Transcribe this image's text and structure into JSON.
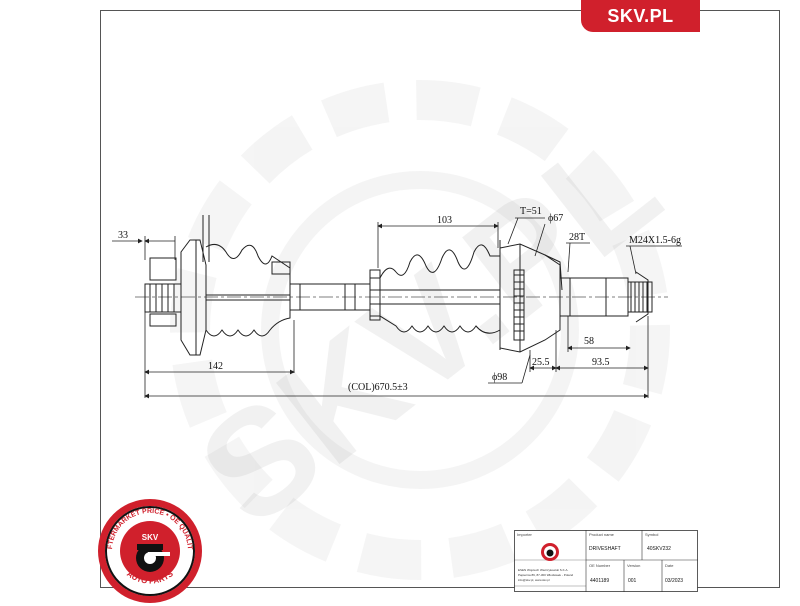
{
  "brand": {
    "logo_text": "SKV.PL",
    "accent_color": "#d0202c",
    "seal_top_text": "AFTERMARKET PRICE • OE QUALITY",
    "seal_center_text": "SKV",
    "seal_bottom_text": "AUTO PARTS",
    "watermark_text": "SKV.PL"
  },
  "drawing": {
    "dim_33": "33",
    "dim_103": "103",
    "dim_t51": "T=51",
    "dim_phi67": "ϕ67",
    "dim_28t": "28T",
    "dim_thread": "M24X1.5-6g",
    "dim_142": "142",
    "dim_58": "58",
    "dim_25_5": "25.5",
    "dim_93_5": "93.5",
    "dim_phi98": "ϕ98",
    "dim_overall": "(COL)670.5±3"
  },
  "title_block": {
    "importer_label": "Importer",
    "product_label": "Product name",
    "symbol_label": "Symbol",
    "product_name": "DRIVESHAFT",
    "symbol_value": "40SKV232",
    "company_line1": "ESEN Wojciech Wietrzykowski S.K.A.",
    "company_line2": "Papiernia 89, 87-300 Włocławek - Poland",
    "company_line3": "info@skv.pl, www.skv.pl",
    "oe_label": "OE Number",
    "col_label_2": "Version",
    "col_label_3": "Date",
    "oe_value": "4401189",
    "value_2": "001",
    "value_3": "03/2023"
  }
}
